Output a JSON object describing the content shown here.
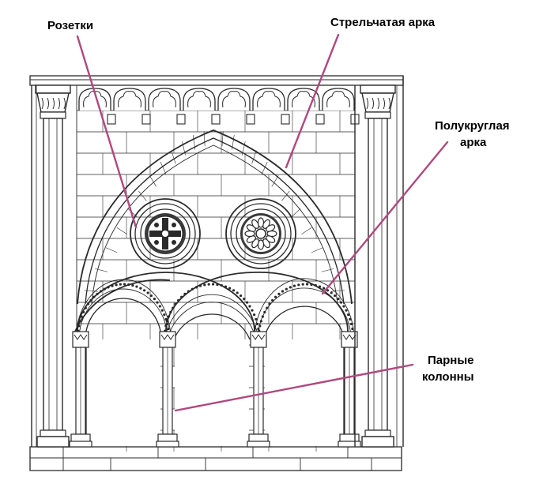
{
  "labels": {
    "rosettes": "Розетки",
    "pointed_arch": "Стрельчатая арка",
    "round_arch_line1": "Полукруглая",
    "round_arch_line2": "арка",
    "paired_columns_line1": "Парные",
    "paired_columns_line2": "колонны"
  },
  "colors": {
    "leader": "#b0487e",
    "ink": "#2a2a2a",
    "background": "#ffffff"
  }
}
